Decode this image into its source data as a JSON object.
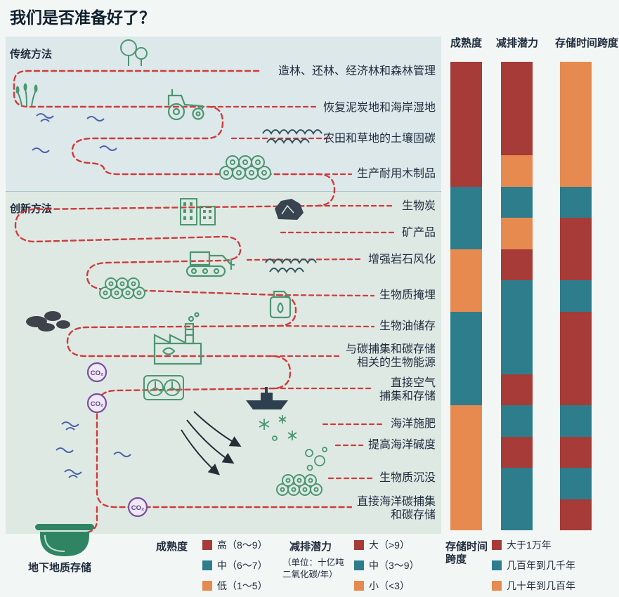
{
  "title": "我们是否准备好了？",
  "sections": {
    "traditional": "传统方法",
    "innovative": "创新方法"
  },
  "column_headers": {
    "maturity": "成熟度",
    "potential": "减排潜力",
    "storage": "存储时间跨度"
  },
  "colors": {
    "red": "#a63b38",
    "teal": "#2e7d8c",
    "orange": "#e68a50",
    "path_red": "#cf3b3b",
    "panel_top": "#dde8ea",
    "panel_bottom": "#dfe9e4",
    "icon_green": "#4b9671",
    "wave_blue": "#4a62a8",
    "co2_purple": "#7a4f9e"
  },
  "column_color_map": {
    "maturity": {
      "high": "#a63b38",
      "medium": "#2e7d8c",
      "low": "#e68a50"
    },
    "potential": {
      "large": "#a63b38",
      "medium": "#2e7d8c",
      "small": "#e68a50"
    },
    "storage": {
      "over_10000_years": "#a63b38",
      "centuries_to_millennia": "#2e7d8c",
      "decades_to_centuries": "#e68a50"
    }
  },
  "methods": [
    {
      "label": "造林、还林、经济林和森林管理",
      "maturity": "high",
      "potential": "large",
      "storage": "decades_to_centuries"
    },
    {
      "label": "恢复泥炭地和海岸湿地",
      "maturity": "high",
      "potential": "large",
      "storage": "decades_to_centuries"
    },
    {
      "label": "农田和草地的土壤固碳",
      "maturity": "high",
      "potential": "large",
      "storage": "decades_to_centuries"
    },
    {
      "label": "生产耐用木制品",
      "maturity": "high",
      "potential": "small",
      "storage": "decades_to_centuries"
    },
    {
      "label": "生物炭",
      "maturity": "medium",
      "potential": "medium",
      "storage": "centuries_to_millennia"
    },
    {
      "label": "矿产品",
      "maturity": "medium",
      "potential": "small",
      "storage": "over_10000_years"
    },
    {
      "label": "增强岩石风化",
      "maturity": "low",
      "potential": "large",
      "storage": "over_10000_years"
    },
    {
      "label": "生物质掩埋",
      "maturity": "low",
      "potential": "medium",
      "storage": "centuries_to_millennia"
    },
    {
      "label": "生物油储存",
      "maturity": "medium",
      "potential": "medium",
      "storage": "over_10000_years"
    },
    {
      "label": "与碳捕集和碳存储\n相关的生物能源",
      "maturity": "medium",
      "potential": "medium",
      "storage": "over_10000_years"
    },
    {
      "label": "直接空气\n捕集和存储",
      "maturity": "medium",
      "potential": "large",
      "storage": "over_10000_years"
    },
    {
      "label": "海洋施肥",
      "maturity": "low",
      "potential": "medium",
      "storage": "centuries_to_millennia"
    },
    {
      "label": "提高海洋碱度",
      "maturity": "low",
      "potential": "large",
      "storage": "over_10000_years"
    },
    {
      "label": "生物质沉没",
      "maturity": "low",
      "potential": "medium",
      "storage": "centuries_to_millennia"
    },
    {
      "label": "直接海洋碳捕集\n和碳存储",
      "maturity": "low",
      "potential": "medium",
      "storage": "over_10000_years"
    }
  ],
  "legend": {
    "maturity": {
      "title": "成熟度",
      "items": [
        {
          "color": "#a63b38",
          "label": "高（8～9）"
        },
        {
          "color": "#2e7d8c",
          "label": "中（6～7）"
        },
        {
          "color": "#e68a50",
          "label": "低（1～5）"
        }
      ]
    },
    "potential": {
      "title": "减排潜力",
      "note_lines": [
        "（单位：十亿吨",
        "二氧化碳/年）"
      ],
      "items": [
        {
          "color": "#a63b38",
          "label": "大（>9）"
        },
        {
          "color": "#2e7d8c",
          "label": "中（3～9）"
        },
        {
          "color": "#e68a50",
          "label": "小（<3）"
        }
      ]
    },
    "storage": {
      "title": "存储时间\n跨度",
      "items": [
        {
          "color": "#a63b38",
          "label": "大于1万年"
        },
        {
          "color": "#2e7d8c",
          "label": "几百年到几千年"
        },
        {
          "color": "#e68a50",
          "label": "几十年到几百年"
        }
      ]
    }
  },
  "storage_label": "地下地质存储",
  "co2_label": "CO₂",
  "icons": [
    "trees-icon",
    "reeds-icon",
    "water-waves-icon",
    "tractor-icon",
    "crop-field-icon",
    "wood-logs-icon",
    "buildings-icon",
    "coal-icon",
    "bulldozer-icon",
    "soil-mound-icon",
    "bio-oil-can-icon",
    "smoke-icon",
    "factory-icon",
    "air-capture-fans-icon",
    "ship-icon",
    "plankton-icon",
    "bubbles-icon",
    "dispersion-arrows-icon",
    "sinking-logs-icon",
    "co2-badge-icon",
    "geological-storage-icon"
  ]
}
